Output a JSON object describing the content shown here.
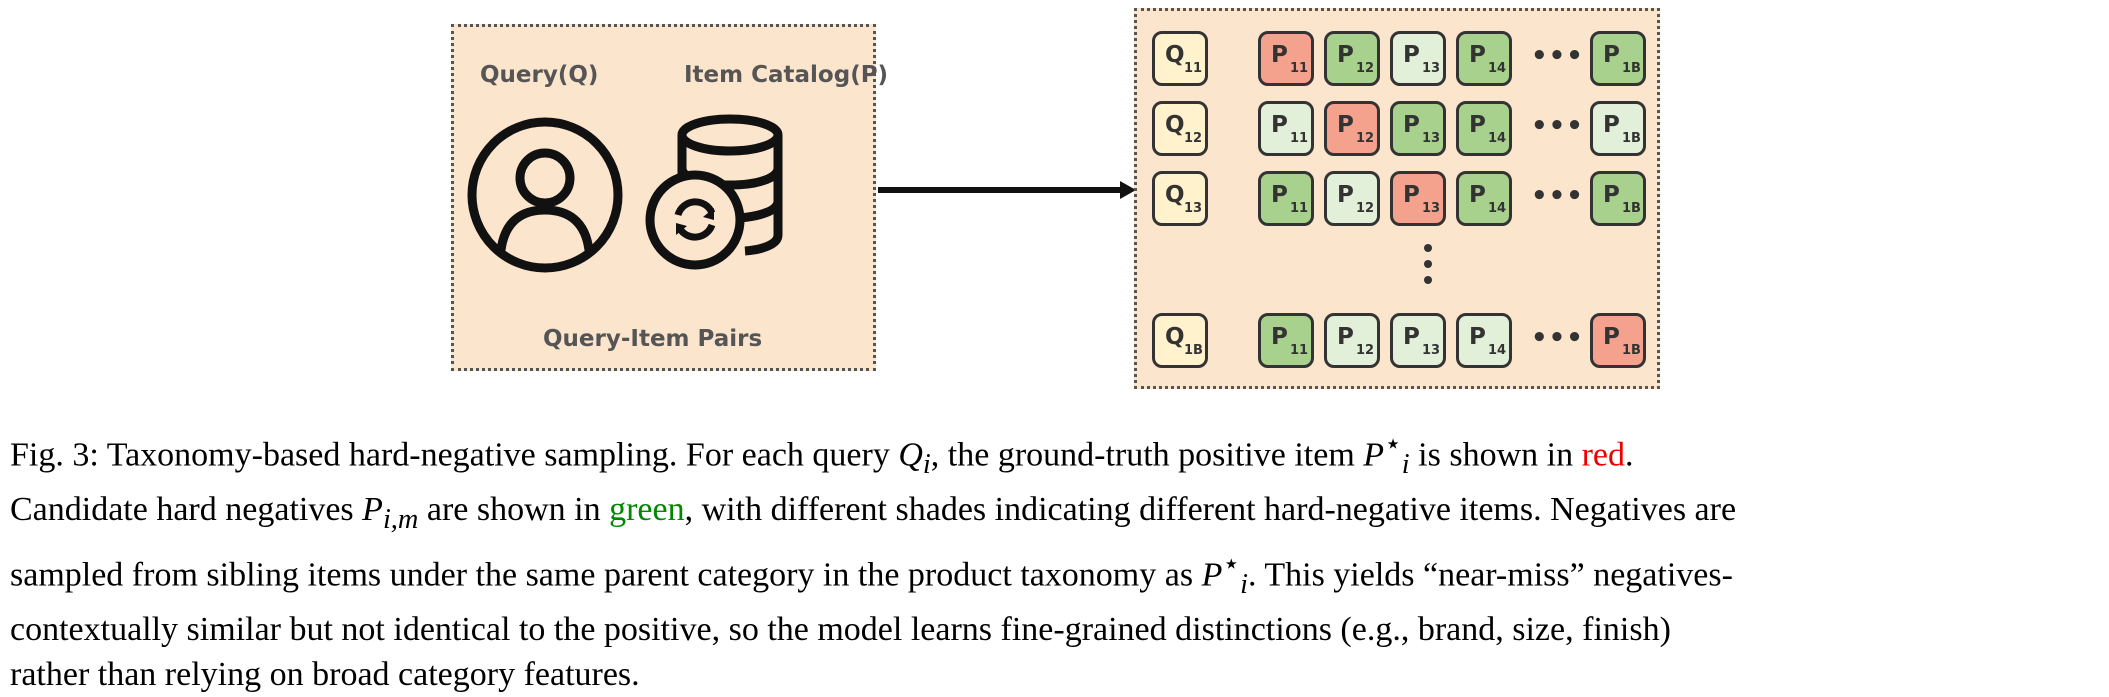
{
  "figure": {
    "left_panel": {
      "query_label": "Query(Q)",
      "catalog_label": "Item Catalog(P)",
      "pairs_label": "Query-Item Pairs",
      "user_icon": "user-circle-icon",
      "database_icon": "database-sync-icon"
    },
    "arrow_icon": "arrow-right-icon",
    "grid": {
      "ellipsis_h": "•••",
      "rows": [
        {
          "query": {
            "main": "Q",
            "sub": "11"
          },
          "items": [
            {
              "main": "P",
              "sub": "11",
              "kind": "positive"
            },
            {
              "main": "P",
              "sub": "12",
              "kind": "neg-dark"
            },
            {
              "main": "P",
              "sub": "13",
              "kind": "neg-light"
            },
            {
              "main": "P",
              "sub": "14",
              "kind": "neg-dark"
            },
            {
              "main": "P",
              "sub": "1B",
              "kind": "neg-dark"
            }
          ]
        },
        {
          "query": {
            "main": "Q",
            "sub": "12"
          },
          "items": [
            {
              "main": "P",
              "sub": "11",
              "kind": "neg-light"
            },
            {
              "main": "P",
              "sub": "12",
              "kind": "positive"
            },
            {
              "main": "P",
              "sub": "13",
              "kind": "neg-dark"
            },
            {
              "main": "P",
              "sub": "14",
              "kind": "neg-dark"
            },
            {
              "main": "P",
              "sub": "1B",
              "kind": "neg-light"
            }
          ]
        },
        {
          "query": {
            "main": "Q",
            "sub": "13"
          },
          "items": [
            {
              "main": "P",
              "sub": "11",
              "kind": "neg-dark"
            },
            {
              "main": "P",
              "sub": "12",
              "kind": "neg-light"
            },
            {
              "main": "P",
              "sub": "13",
              "kind": "positive"
            },
            {
              "main": "P",
              "sub": "14",
              "kind": "neg-dark"
            },
            {
              "main": "P",
              "sub": "1B",
              "kind": "neg-dark"
            }
          ]
        },
        {
          "query": {
            "main": "Q",
            "sub": "1B"
          },
          "items": [
            {
              "main": "P",
              "sub": "11",
              "kind": "neg-dark"
            },
            {
              "main": "P",
              "sub": "12",
              "kind": "neg-light"
            },
            {
              "main": "P",
              "sub": "13",
              "kind": "neg-light"
            },
            {
              "main": "P",
              "sub": "14",
              "kind": "neg-light"
            },
            {
              "main": "P",
              "sub": "1B",
              "kind": "positive"
            }
          ]
        }
      ]
    },
    "colors": {
      "panel_fill": "#fce5cd",
      "query_tile": "#fff2cc",
      "positive": "#f4a18e",
      "negative_dark": "#a9d18e",
      "negative_light": "#e2f0d9"
    }
  },
  "caption": {
    "l1_a": "Fig. 3: Taxonomy-based hard-negative sampling. For each query ",
    "l1_q": "Q",
    "l1_q_sub": "i",
    "l1_b": ", the ground-truth positive item ",
    "l1_p": "P",
    "l1_p_sup": "⋆",
    "l1_p_sub": "i",
    "l1_c": " is shown in ",
    "l1_red": "red",
    "l1_d": ".",
    "l2_a": "Candidate hard negatives ",
    "l2_p": "P",
    "l2_p_sub": "i,m",
    "l2_b": " are shown in ",
    "l2_green": "green",
    "l2_c": ", with different shades indicating different hard-negative items. Negatives are",
    "l3_a": "sampled from sibling items under the same parent category in the product taxonomy as ",
    "l3_p": "P",
    "l3_p_sup": "⋆",
    "l3_p_sub": "i",
    "l3_b": ". This yields “near-miss” negatives-",
    "l4": "contextually similar but not identical to the positive, so the model learns fine-grained distinctions (e.g., brand, size, finish)",
    "l5": "rather than relying on broad category features."
  }
}
